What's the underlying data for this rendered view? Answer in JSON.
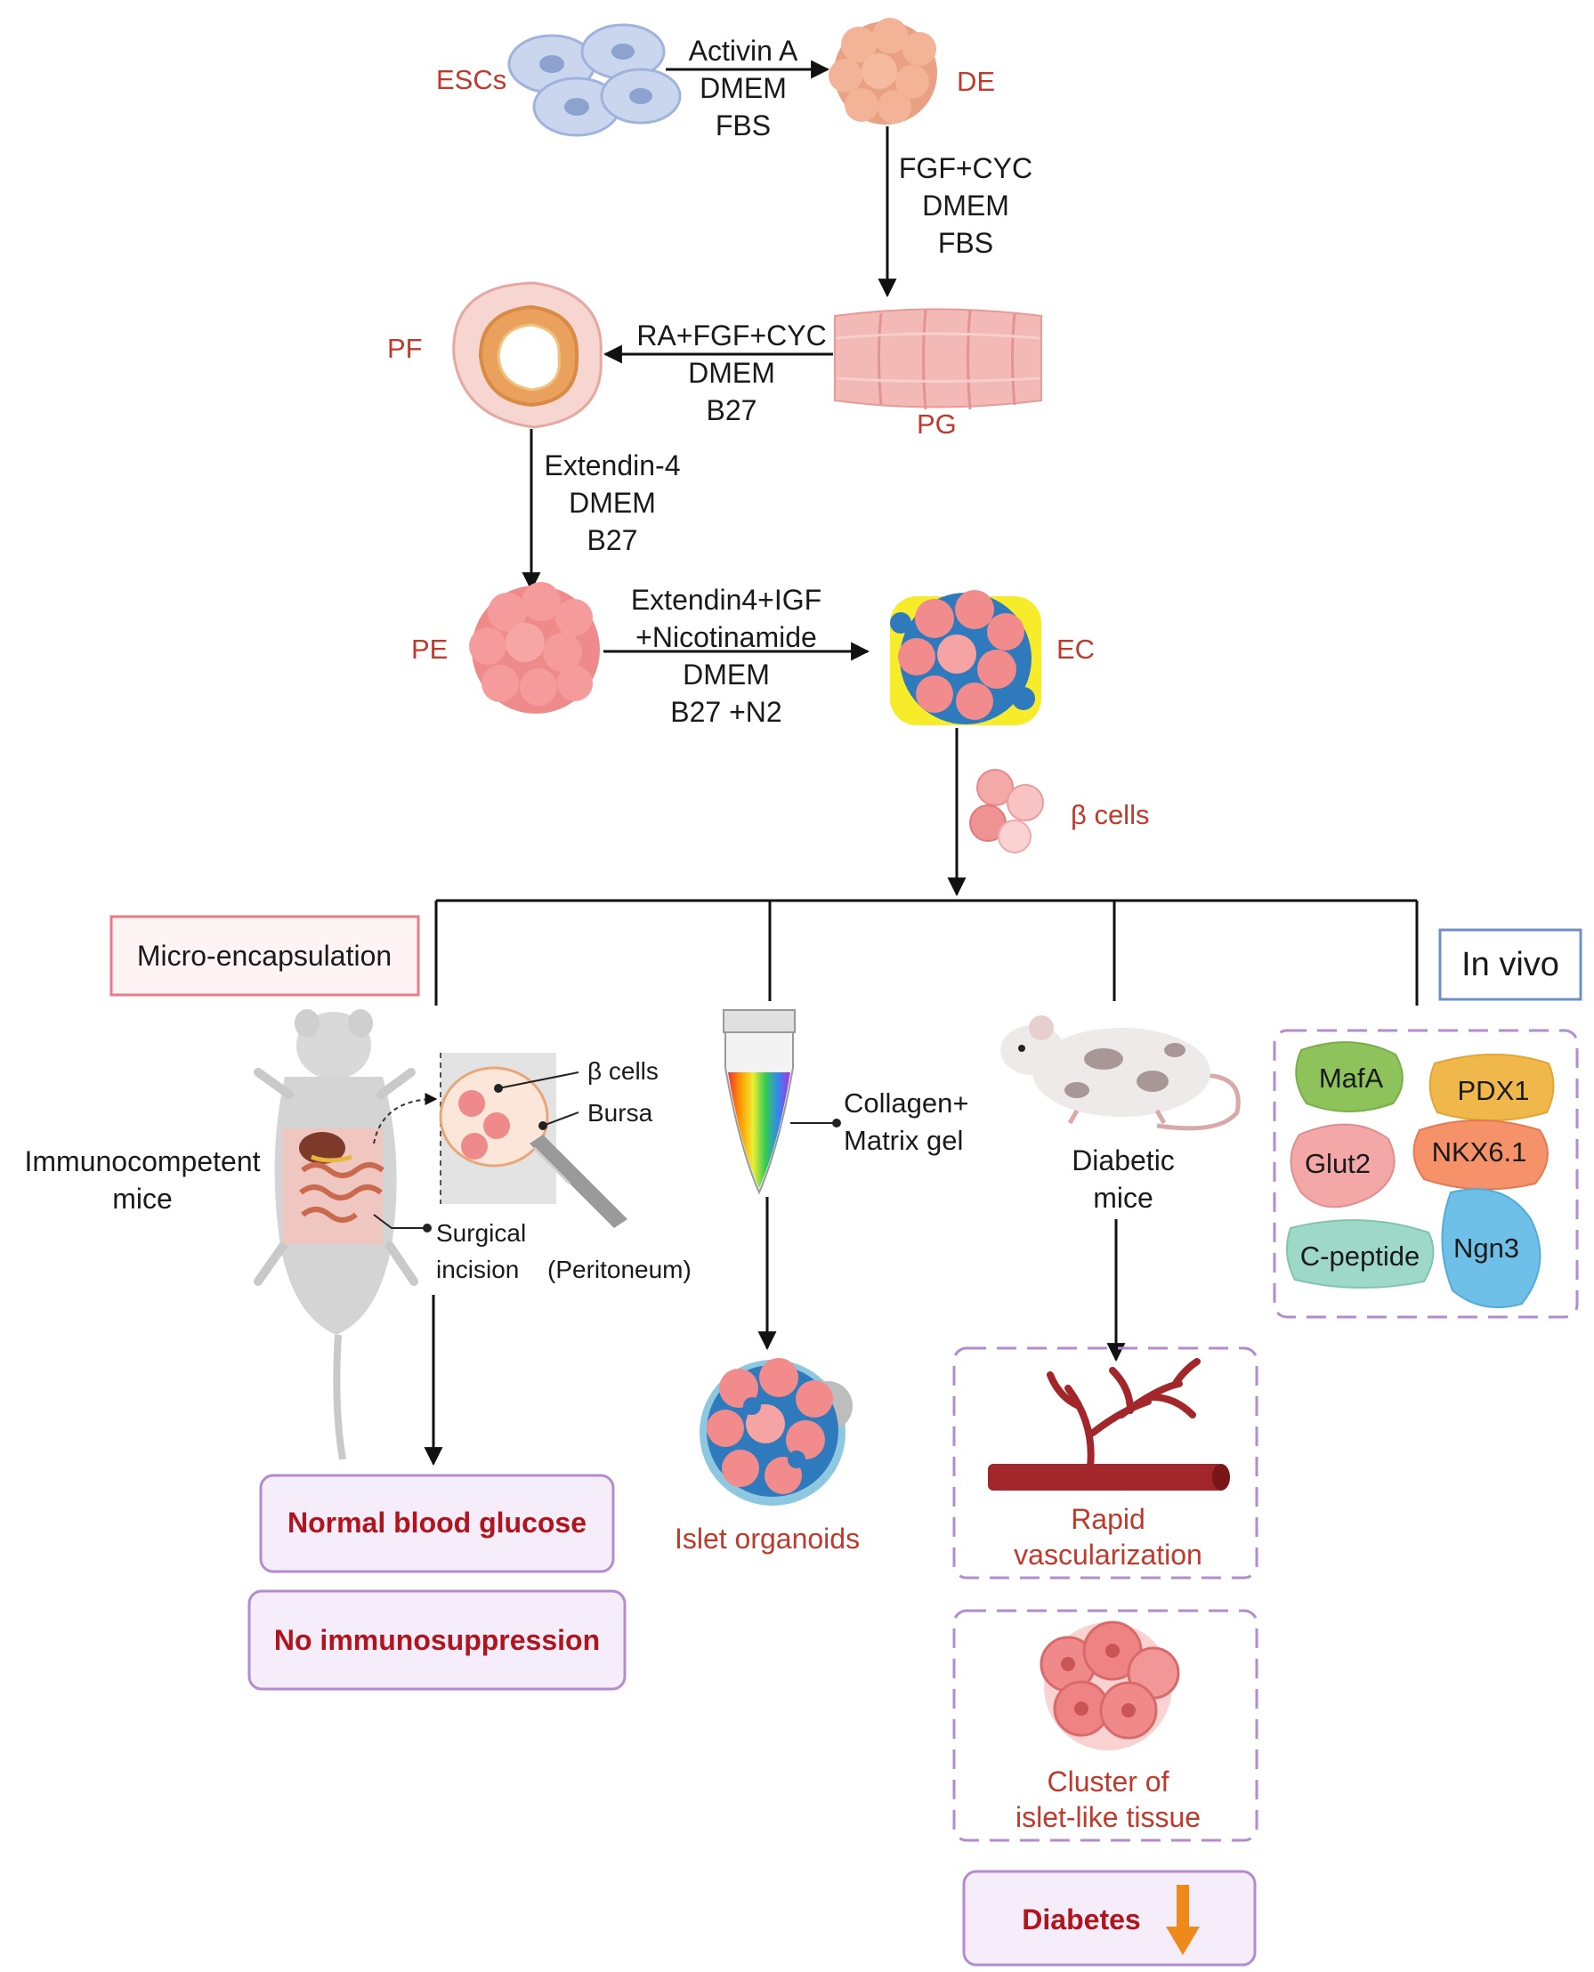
{
  "stages": {
    "esc": "ESCs",
    "de": "DE",
    "pg": "PG",
    "pf": "PF",
    "pe": "PE",
    "ec": "EC",
    "beta": "β cells"
  },
  "steps": {
    "s1": [
      "Activin A",
      "DMEM",
      "FBS"
    ],
    "s2": [
      "FGF+CYC",
      "DMEM",
      "FBS"
    ],
    "s3": [
      "RA+FGF+CYC",
      "DMEM",
      "B27"
    ],
    "s4": [
      "Extendin-4",
      "DMEM",
      "B27"
    ],
    "s5": [
      "Extendin4+IGF",
      "+Nicotinamide",
      "DMEM",
      "B27 +N2"
    ]
  },
  "boxes": {
    "micro": "Micro-encapsulation",
    "invivo": "In vivo"
  },
  "branch1": {
    "mice": [
      "Immunocompetent",
      "mice"
    ],
    "beta": "β cells",
    "bursa": "Bursa",
    "incision": [
      "Surgical",
      "incision"
    ],
    "peritoneum": "(Peritoneum)",
    "out1": "Normal blood glucose",
    "out2": "No immunosuppression"
  },
  "branch2": {
    "matrix": [
      "Collagen+",
      "Matrix gel"
    ],
    "out": "Islet organoids"
  },
  "branch3": {
    "mice": [
      "Diabetic",
      "mice"
    ],
    "vasc": [
      "Rapid",
      "vascularization"
    ],
    "cluster": [
      "Cluster of",
      "islet-like tissue"
    ],
    "diabetes": "Diabetes"
  },
  "markers": [
    "MafA",
    "PDX1",
    "Glut2",
    "NKX6.1",
    "C-peptide",
    "Ngn3"
  ],
  "colors": {
    "label_red": "#c0392b",
    "outcome_red": "#b0141c",
    "box_fill": "#f5eefa",
    "box_border": "#b58bcf",
    "micro_border": "#e87b86",
    "invivo_border": "#6f8fc9",
    "arrow_orange": "#ee8a1c"
  }
}
